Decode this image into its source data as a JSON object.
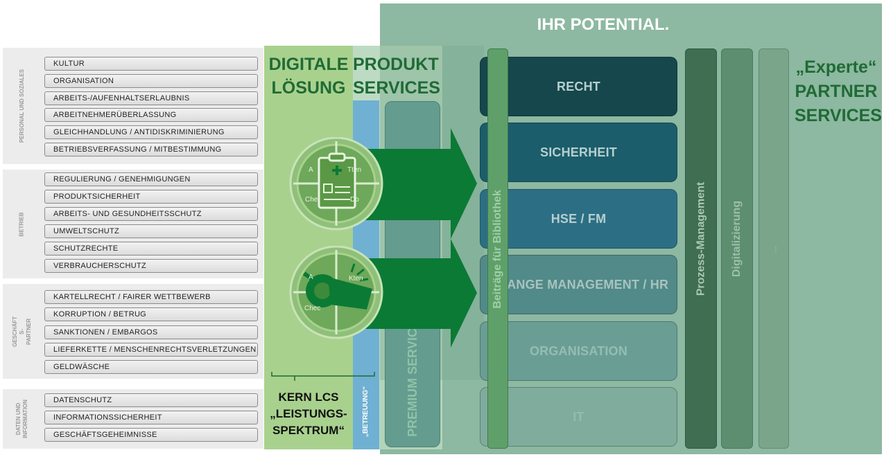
{
  "header": {
    "title": "IHR POTENTIAL."
  },
  "categories": [
    {
      "label": "PERSONAL UND SOZIALES",
      "items": [
        "KULTUR",
        "ORGANISATION",
        "ARBEITS-/AUFENHALTSERLAUBNIS",
        "ARBEITNEHMERÜBERLASSUNG",
        "GLEICHHANDLUNG / ANTIDISKRIMINIERUNG",
        "BETRIEBSVERFASSUNG / MITBESTIMMUNG"
      ]
    },
    {
      "label": "BETRIEB",
      "items": [
        "REGULIERUNG / GENEHMIGUNGEN",
        "PRODUKTSICHERHEIT",
        "ARBEITS- UND GESUNDHEITSSCHUTZ",
        "UMWELTSCHUTZ",
        "SCHUTZRECHTE",
        "VERBRAUCHERSCHUTZ"
      ]
    },
    {
      "label": "GESCHÄFT\nS-\nPARTNER",
      "items": [
        "KARTELLRECHT / FAIRER WETTBEWERB",
        "KORRUPTION / BETRUG",
        "SANKTIONEN / EMBARGOS",
        "LIEFERKETTE / MENSCHENRECHTSVERLETZUNGEN",
        "GELDWÄSCHE"
      ]
    },
    {
      "label": "DATEN UND\nINFORMATION",
      "items": [
        "DATENSCHUTZ",
        "INFORMATIONSSICHERHEIT",
        "GESCHÄFTSGEHEIMNISSE"
      ]
    }
  ],
  "digital": {
    "title_line1": "DIGITALE",
    "title_line2": "LÖSUNG",
    "kern_line1": "KERN LCS",
    "kern_line2": "„LEISTUNGS-",
    "kern_line3": "SPEKTRUM“",
    "icon1_labels": [
      "A",
      "Tten",
      "Che",
      "Do"
    ],
    "icon2_labels": [
      "A",
      "Kten",
      "Chec"
    ]
  },
  "produkt": {
    "title_line1": "PRODUKT",
    "title_line2": "SERVICES",
    "betreuung": "„BETREUUNG“",
    "premium": "PREMIUM SERVICES"
  },
  "blocks": [
    "RECHT",
    "SICHERHEIT",
    "HSE / FM",
    "CHANGE MANAGEMENT / HR",
    "ORGANISATION",
    "IT"
  ],
  "bars": {
    "bibliothek": "Beiträge für Bibliothek",
    "prozess": "Prozess-Management",
    "digital": "Digitalizierung",
    "ellipsis": "…"
  },
  "experte": {
    "line1": "„Experte“",
    "line2": "PARTNER",
    "line3": "SERVICES"
  },
  "colors": {
    "panel_green": "#8db8a1",
    "digital_green": "#a9d18e",
    "title_green": "#1f6b35",
    "arrow_green": "#0b7a35",
    "blue": "#6fb0d3"
  }
}
